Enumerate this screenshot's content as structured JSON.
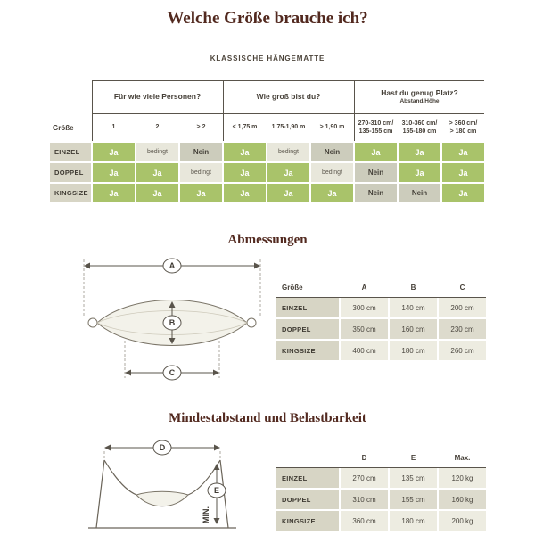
{
  "page": {
    "title": "Welche Größe brauche ich?",
    "subtitle": "KLASSISCHE HÄNGEMATTE"
  },
  "colors": {
    "title": "#52291f",
    "green": "#a9c36a",
    "bedingt": "#e8e7db",
    "nein": "#ccccbc",
    "label": "#d7d5c5",
    "rowlight": "#edece1",
    "rowdark": "#dddbcd",
    "line": "#59544b",
    "text": "#46423a"
  },
  "size_table": {
    "corner_label": "Größe",
    "groups": [
      {
        "label": "Für wie viele Personen?",
        "sublabel": "",
        "columns": [
          "1",
          "2",
          "> 2"
        ]
      },
      {
        "label": "Wie groß bist du?",
        "sublabel": "",
        "columns": [
          "< 1,75 m",
          "1,75-1,90 m",
          "> 1,90 m"
        ]
      },
      {
        "label": "Hast du genug Platz?",
        "sublabel": "Abstand/Höhe",
        "columns": [
          "270-310 cm/\n135-155 cm",
          "310-360 cm/\n155-180 cm",
          "> 360 cm/\n> 180 cm"
        ]
      }
    ],
    "rows": [
      {
        "label": "EINZEL",
        "cells": [
          "Ja",
          "bedingt",
          "Nein",
          "Ja",
          "bedingt",
          "Nein",
          "Ja",
          "Ja",
          "Ja"
        ]
      },
      {
        "label": "DOPPEL",
        "cells": [
          "Ja",
          "Ja",
          "bedingt",
          "Ja",
          "Ja",
          "bedingt",
          "Nein",
          "Ja",
          "Ja"
        ]
      },
      {
        "label": "KINGSIZE",
        "cells": [
          "Ja",
          "Ja",
          "Ja",
          "Ja",
          "Ja",
          "Ja",
          "Nein",
          "Nein",
          "Ja"
        ]
      }
    ]
  },
  "abmessungen": {
    "title": "Abmessungen",
    "diagram": {
      "labels": [
        "A",
        "B",
        "C"
      ]
    },
    "table": {
      "headers": [
        "Größe",
        "A",
        "B",
        "C"
      ],
      "rows": [
        {
          "label": "EINZEL",
          "values": [
            "300 cm",
            "140 cm",
            "200 cm"
          ]
        },
        {
          "label": "DOPPEL",
          "values": [
            "350 cm",
            "160 cm",
            "230 cm"
          ]
        },
        {
          "label": "KINGSIZE",
          "values": [
            "400 cm",
            "180 cm",
            "260 cm"
          ]
        }
      ]
    }
  },
  "mindestabstand": {
    "title": "Mindestabstand und Belastbarkeit",
    "diagram": {
      "labels": [
        "D",
        "E"
      ],
      "min_label": "MIN."
    },
    "table": {
      "headers": [
        "",
        "D",
        "E",
        "Max."
      ],
      "rows": [
        {
          "label": "EINZEL",
          "values": [
            "270 cm",
            "135 cm",
            "120 kg"
          ]
        },
        {
          "label": "DOPPEL",
          "values": [
            "310 cm",
            "155 cm",
            "160 kg"
          ]
        },
        {
          "label": "KINGSIZE",
          "values": [
            "360 cm",
            "180 cm",
            "200 kg"
          ]
        }
      ]
    }
  }
}
